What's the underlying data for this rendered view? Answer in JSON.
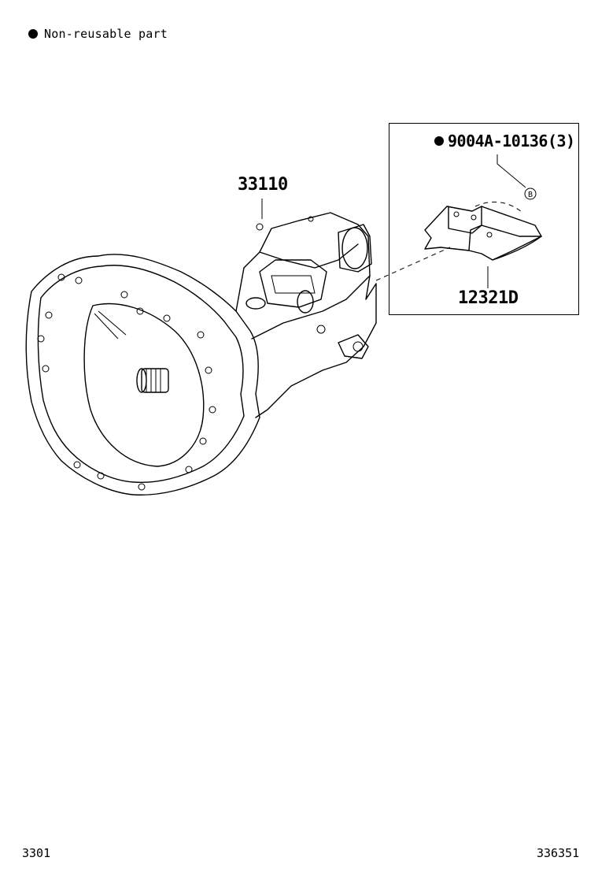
{
  "legend": {
    "marker_icon": "filled-circle-icon",
    "text": "Non-reusable part"
  },
  "parts": {
    "transmission_assy": {
      "number": "33110"
    },
    "bolt": {
      "number": "9004A-10136(3)",
      "non_reusable": true,
      "callout": "B"
    },
    "cover": {
      "number": "12321D"
    }
  },
  "footer": {
    "left_code": "3301",
    "right_code": "336351"
  }
}
